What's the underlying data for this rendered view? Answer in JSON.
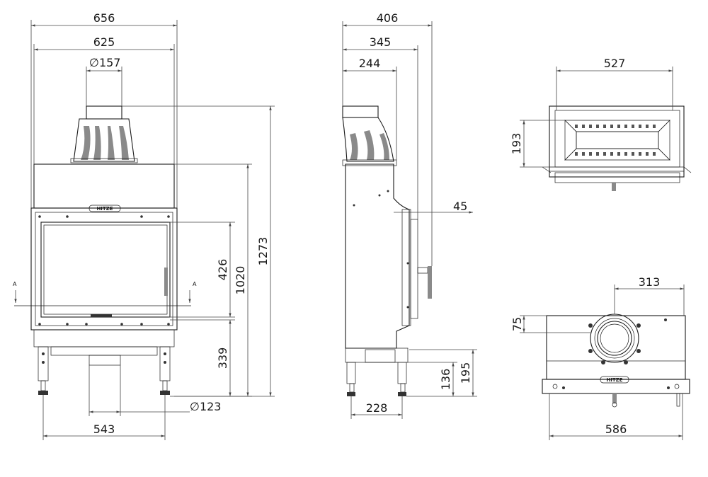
{
  "front_view": {
    "dims": {
      "overall_width": "656",
      "body_width": "625",
      "flue_diameter": "157",
      "door_height": "426",
      "firebox_height": "1020",
      "total_height": "1273",
      "leg_height": "339",
      "air_inlet_diameter": "123",
      "leg_spacing": "543"
    },
    "section_marker": "A",
    "brand_plate": "HITZE",
    "diameter_symbol": "∅"
  },
  "side_view": {
    "dims": {
      "overall_depth": "406",
      "body_depth": "345",
      "flue_offset": "244",
      "door_offset": "45",
      "air_inlet_height": "136",
      "air_box_height": "195",
      "air_inlet_depth": "228"
    }
  },
  "top_view": {
    "dims": {
      "width": "527",
      "depth": "193"
    }
  },
  "bottom_view": {
    "dims": {
      "flue_offset": "313",
      "flue_depth": "75",
      "width": "586"
    },
    "brand_plate": "HITZE"
  }
}
